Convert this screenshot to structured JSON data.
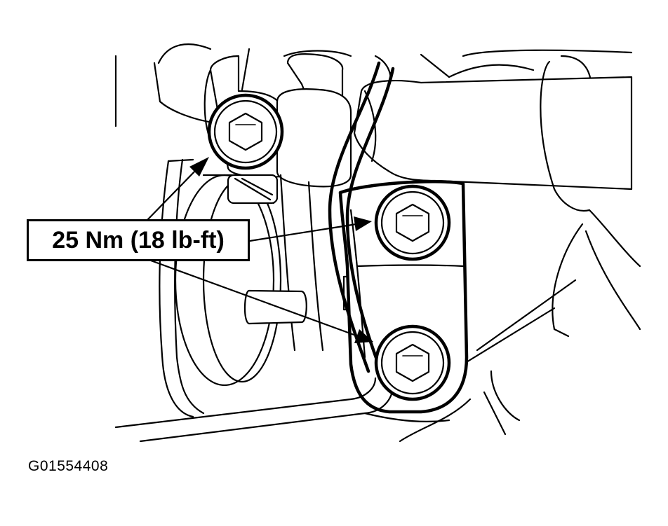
{
  "callout": {
    "torque_spec": "25 Nm (18 lb-ft)",
    "arrow_count": 3
  },
  "figure_id": "G01554408",
  "colors": {
    "ink": "#000000",
    "paper": "#ffffff"
  }
}
